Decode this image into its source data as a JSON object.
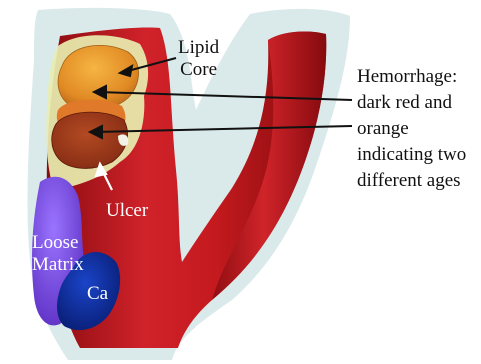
{
  "labels": {
    "lipid_core": [
      "Lipid",
      "Core"
    ],
    "hemorrhage": [
      "Hemorrhage:",
      "dark red and",
      "orange",
      "indicating two",
      "different ages"
    ],
    "ulcer": "Ulcer",
    "loose_matrix": [
      "Loose",
      "Matrix"
    ],
    "calcium": "Ca"
  },
  "colors": {
    "vessel_lumen": "#c0161a",
    "outer_wall": "#d4e6e8",
    "lipid_core": "#e8a030",
    "hemorrhage_old": "#9c3a18",
    "fibrous_region": "#e8eeb0",
    "loose_matrix": "#7a4ee0",
    "calcium": "#0a2a9a"
  }
}
